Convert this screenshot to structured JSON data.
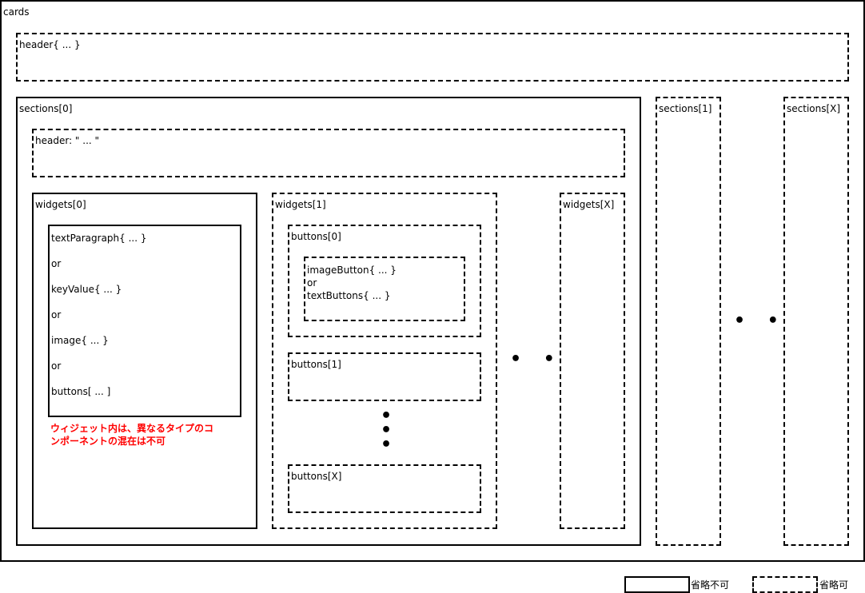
{
  "cards": {
    "label": "cards",
    "header": {
      "label": "header{ ... }"
    },
    "sections": [
      {
        "label": "sections[0]",
        "header": {
          "label": "header: \" ... \""
        },
        "widgets": [
          {
            "label": "widgets[0]",
            "content_lines": [
              "textParagraph{ ... }",
              "or",
              "keyValue{ ... }",
              "or",
              "image{ ... }",
              "or",
              "buttons[ ... ]"
            ],
            "note_lines": [
              "ウィジェット内は、異なるタイプのコ",
              "ンポーネントの混在は不可"
            ]
          },
          {
            "label": "widgets[1]",
            "buttons": [
              {
                "label": "buttons[0]",
                "inner_lines": [
                  "imageButton{ ... }",
                  "or",
                  "textButtons{ ... }"
                ]
              },
              {
                "label": "buttons[1]"
              },
              {
                "label": "buttons[X]"
              }
            ]
          },
          {
            "label": "widgets[X]"
          }
        ]
      },
      {
        "label": "sections[1]"
      },
      {
        "label": "sections[X]"
      }
    ]
  },
  "ellipsis": {
    "horizontal": "• • •",
    "vertical": [
      "•",
      "•",
      "•"
    ]
  },
  "legend": {
    "solid_label": "省略不可",
    "dashed_label": "省略可"
  },
  "colors": {
    "note": "#ff0000",
    "border": "#000000"
  }
}
